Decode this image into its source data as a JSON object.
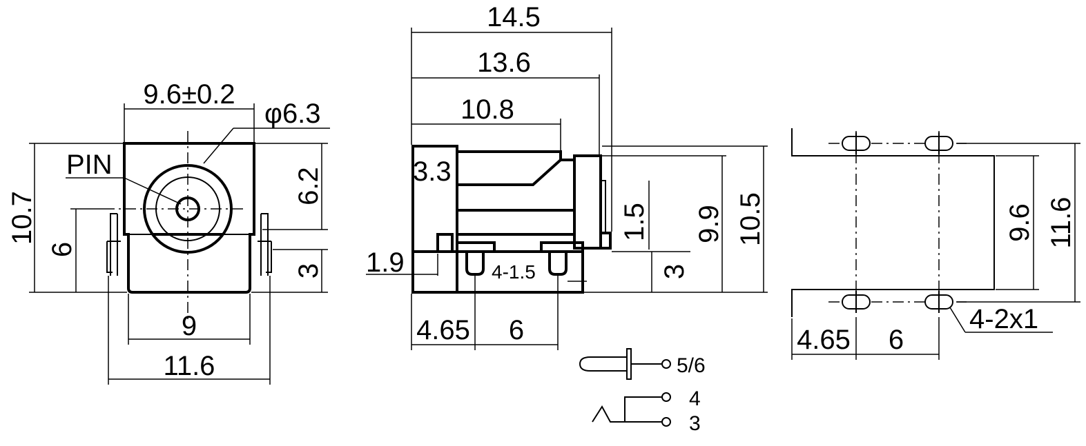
{
  "front_view": {
    "dim_width_top": "9.6±0.2",
    "dim_diameter": "φ6.3",
    "pin_label": "PIN",
    "dim_height_total": "10.7",
    "dim_height_6": "6",
    "dim_right_6_2": "6.2",
    "dim_right_3": "3",
    "dim_bottom_9": "9",
    "dim_bottom_11_6": "11.6"
  },
  "side_view": {
    "dim_14_5": "14.5",
    "dim_13_6": "13.6",
    "dim_10_8": "10.8",
    "dim_3_3": "3.3",
    "dim_1_9": "1.9",
    "dim_4_1_5": "4-1.5",
    "dim_1_5": "1.5",
    "dim_9_9": "9.9",
    "dim_10_5": "10.5",
    "dim_3": "3",
    "dim_4_65": "4.65",
    "dim_6": "6"
  },
  "footprint_view": {
    "dim_9_6": "9.6",
    "dim_11_6": "11.6",
    "dim_4_2x1": "4-2x1",
    "dim_4_65": "4.65",
    "dim_6": "6"
  },
  "schematic": {
    "terminal_pin": "5/6",
    "terminal_4": "4",
    "terminal_3": "3"
  }
}
